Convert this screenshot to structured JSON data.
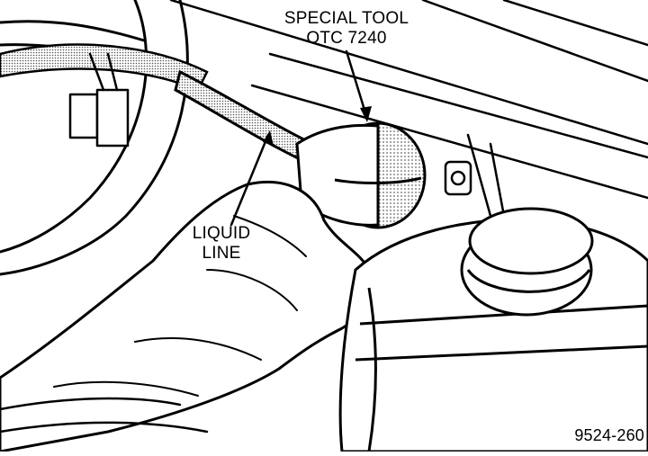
{
  "labels": {
    "tool_line1": "SPECIAL TOOL",
    "tool_line2": "OTC 7240",
    "liquid_line1": "LIQUID",
    "liquid_line2": "LINE",
    "figure_code": "9524-260"
  }
}
